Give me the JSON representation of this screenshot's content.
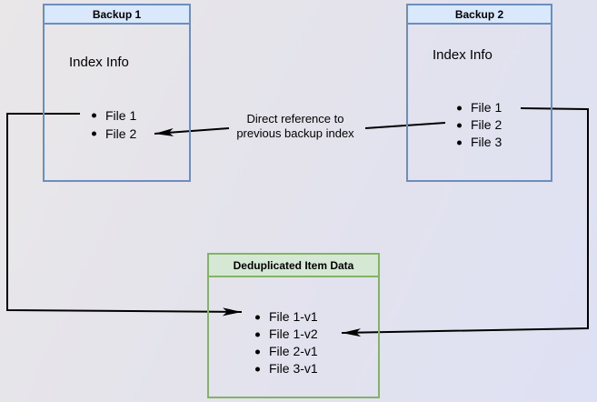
{
  "canvas": {
    "background_color_start": "#e9e7e8",
    "background_color_end": "#dee1f4"
  },
  "boxes": {
    "backup1": {
      "title": "Backup 1",
      "body_label": "Index Info",
      "items": [
        "File 1",
        "File 2"
      ],
      "border_color": "#6c8ebf",
      "header_fill": "#dae8fc"
    },
    "backup2": {
      "title": "Backup 2",
      "body_label": "Index Info",
      "items": [
        "File 1",
        "File 2",
        "File 3"
      ],
      "border_color": "#6c8ebf",
      "header_fill": "#dae8fc"
    },
    "dedup": {
      "title": "Deduplicated Item Data",
      "items": [
        "File 1-v1",
        "File 1-v2",
        "File 2-v1",
        "File 3-v1"
      ],
      "border_color": "#82b366",
      "header_fill": "#d5e8d4"
    }
  },
  "annotation": {
    "line1": "Direct reference to",
    "line2": "previous backup index"
  },
  "connectors": [
    {
      "from": "Backup 1 / File 1",
      "to": "Deduplicated Item Data / File 1-v1",
      "color": "#000000"
    },
    {
      "from": "Backup 2 / File 1",
      "to": "Deduplicated Item Data / File 1-v2",
      "color": "#000000"
    },
    {
      "from": "Backup 2 / File 2",
      "to": "Backup 1 / File 2",
      "label": "Direct reference to previous backup index",
      "color": "#000000"
    }
  ]
}
